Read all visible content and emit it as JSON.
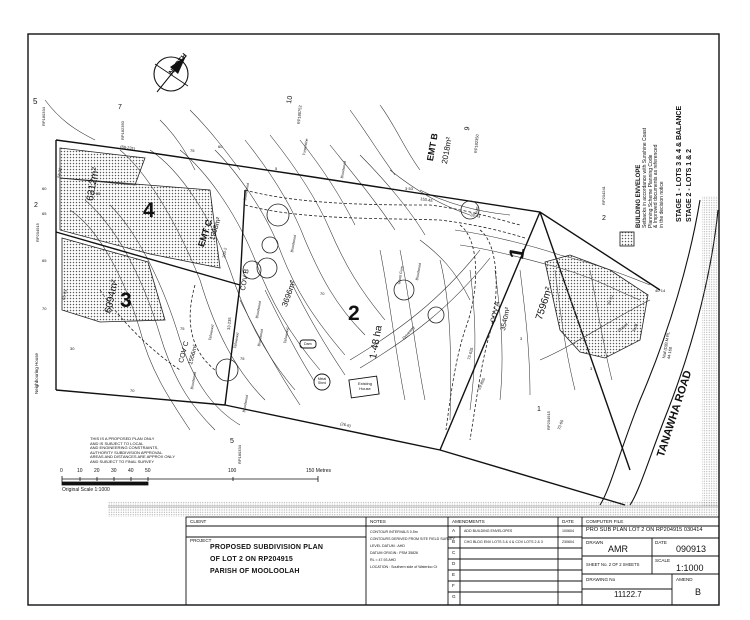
{
  "north": "NORTH",
  "lot_labels": {
    "lot4": "4",
    "lot4_area": "6312m²",
    "lot3": "3",
    "lot3_area": "6094m²",
    "lot2": "2",
    "lot2_area": "1·48 ha",
    "lot1": "1",
    "lot1_area": "7596m²",
    "lot2_sub": "3696m²"
  },
  "easements": {
    "emt_b": "EMT B",
    "emt_b_area": "2018m²",
    "emt_c": "EMT C",
    "emt_c_area": "1998m²",
    "cov_a": "COV A",
    "cov_a_area": "3540m²",
    "cov_b": "COV B",
    "cov_c": "COV C",
    "cov_c_area": "1556m²"
  },
  "adjacent_lots": [
    {
      "num": "5",
      "plan": "RP180334"
    },
    {
      "num": "7",
      "plan": "RP182350"
    },
    {
      "num": "10",
      "plan": "RP180752"
    },
    {
      "num": "9",
      "plan": "RP182350"
    },
    {
      "num": "2",
      "plan": "RP204241"
    },
    {
      "num": "2",
      "plan": "RP204915"
    },
    {
      "num": "1",
      "plan": "RP204915"
    },
    {
      "num": "5",
      "plan": "RP180334"
    }
  ],
  "trees": [
    "Bloodwood",
    "Bloodwood",
    "Bloodwood",
    "Bloodwood",
    "Bloodwood",
    "Bloodwood",
    "Bloodwood",
    "Bloodwood",
    "Turpentine",
    "Ghost Gum",
    "Tallowood",
    "Gum",
    "Tallowood",
    "Tallowood"
  ],
  "features": {
    "existing_house": "Existing House",
    "metal_shed": "Metal Shed",
    "dam": "Dam",
    "neighbouring_house": "Neighbouring House",
    "driveway": "Driveway",
    "gravel": "Gravel",
    "tank": "Tank",
    "tanawha_road": "TANAWHA ROAD",
    "bench_mark": "Nail (D)B.M RL 44·160"
  },
  "legend": {
    "building_envelope_title": "BUILDING ENVELOPE",
    "building_envelope_text": [
      "Setbacks in accordance with Sunshine Coast",
      "Planning Scheme Planning Code",
      "& Improved documents as referenced",
      "in the decision notice"
    ],
    "stage1": "STAGE 1 - LOTS 3 & 4 & BALANCE",
    "stage2": "STAGE 2 - LOTS 1 & 2"
  },
  "proposed_note": [
    "THIS IS A PROPOSED PLAN ONLY",
    "AND IS SUBJECT TO LOCAL",
    "AND ENGINEERING CONSTRAINTS,",
    "AUTHORITY SUBDIVISION APPROVAL.",
    "AREAS AND DISTANCES ARE APPROX ONLY",
    "AND SUBJECT TO FINAL SURVEY"
  ],
  "scale_bar": {
    "ticks": [
      "0",
      "10",
      "20",
      "30",
      "40",
      "50",
      "100",
      "150 Metres"
    ],
    "original_scale": "Original Scale 1:1000"
  },
  "title_block": {
    "client_label": "CLIENT",
    "project_label": "PROJECT",
    "project_lines": [
      "PROPOSED SUBDIVISION PLAN",
      "OF LOT 2 ON RP204915",
      "PARISH OF MOOLOOLAH"
    ],
    "notes_label": "NOTES",
    "notes": [
      "CONTOUR INTERVALS 0.5m",
      "CONTOURS DERIVED FROM SITE FIELD SURVEY",
      "LEVEL DATUM : AHD",
      "DATUM ORIGIN : PSM 35826",
      "RL = 47.93 AHD",
      "LOCATION : Southern side of Waterloo Ct"
    ],
    "amendments_label": "AMENDMENTS",
    "date_label": "DATE",
    "amendments": [
      {
        "letter": "A",
        "text": "ADD BUILDING ENVELOPES",
        "date": "100604"
      },
      {
        "letter": "B",
        "text": "CHG BLDG ENV LOTS 3 & 4 & COV LOTS 2 & 3",
        "date": "230604"
      },
      {
        "letter": "C",
        "text": "",
        "date": ""
      },
      {
        "letter": "D",
        "text": "",
        "date": ""
      },
      {
        "letter": "E",
        "text": "",
        "date": ""
      },
      {
        "letter": "F",
        "text": "",
        "date": ""
      },
      {
        "letter": "G",
        "text": "",
        "date": ""
      }
    ],
    "computer_file_label": "COMPUTER FILE",
    "computer_file": "PRO SUB PLAN LOT 2 ON RP204915 030414",
    "drawn_label": "DRAWN",
    "drawn": "AMR",
    "date2_label": "DATE",
    "date2": "090913",
    "sheet_text": "SHEET No. 2 OF 2 SHEETS",
    "scale_label": "SCALE",
    "scale": "1:1000",
    "drawing_no_label": "DRAWING No",
    "drawing_no": "11122.7",
    "amend_label": "AMEND",
    "amend": "B"
  },
  "colors": {
    "ink": "#111111",
    "dots": "#6a6a6a",
    "paper": "#ffffff"
  }
}
